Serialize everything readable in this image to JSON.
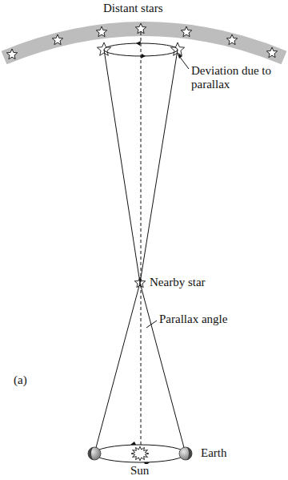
{
  "diagram": {
    "labels": [
      "Distant stars",
      "Deviation due to parallax",
      "Nearby star",
      "Parallax angle",
      "(a)",
      "Earth",
      "Sun"
    ]
  }
}
